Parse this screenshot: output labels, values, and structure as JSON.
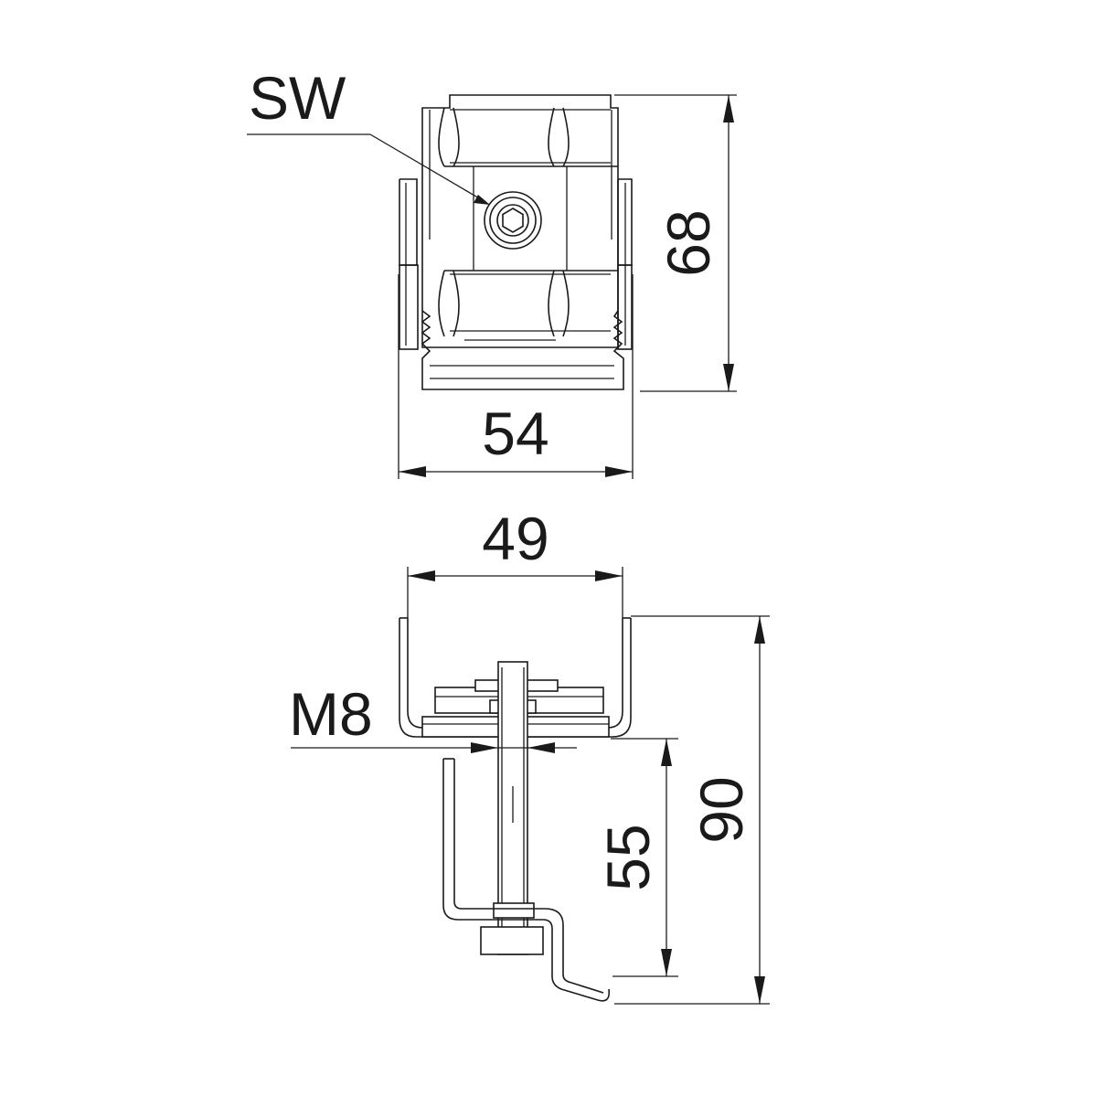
{
  "labels": {
    "sw": "SW",
    "m8": "M8"
  },
  "dimensions": {
    "top_width": "54",
    "top_height": "68",
    "bottom_width": "49",
    "bottom_height_total": "90",
    "bottom_height_rod": "55"
  }
}
